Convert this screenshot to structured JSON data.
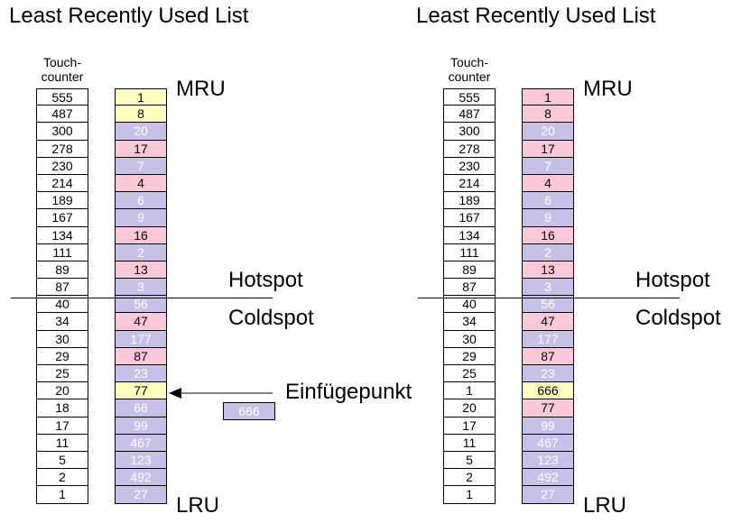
{
  "left": {
    "title": "Least Recently Used List",
    "touch_counter_label": "Touch-\ncounter",
    "touch_counters": [
      "555",
      "487",
      "300",
      "278",
      "230",
      "214",
      "189",
      "167",
      "134",
      "111",
      "89",
      "87",
      "40",
      "34",
      "30",
      "29",
      "25",
      "20",
      "18",
      "17",
      "11",
      "5",
      "2",
      "1"
    ],
    "values": [
      {
        "v": "1",
        "c": "yellow"
      },
      {
        "v": "8",
        "c": "yellow"
      },
      {
        "v": "20",
        "c": "lavender"
      },
      {
        "v": "17",
        "c": "pink"
      },
      {
        "v": "7",
        "c": "lavender"
      },
      {
        "v": "4",
        "c": "pink"
      },
      {
        "v": "6",
        "c": "lavender"
      },
      {
        "v": "9",
        "c": "lavender"
      },
      {
        "v": "16",
        "c": "pink"
      },
      {
        "v": "2",
        "c": "lavender"
      },
      {
        "v": "13",
        "c": "pink"
      },
      {
        "v": "3",
        "c": "lavender"
      },
      {
        "v": "56",
        "c": "lavender"
      },
      {
        "v": "47",
        "c": "pink"
      },
      {
        "v": "177",
        "c": "lavender"
      },
      {
        "v": "87",
        "c": "pink"
      },
      {
        "v": "23",
        "c": "lavender"
      },
      {
        "v": "77",
        "c": "yellow"
      },
      {
        "v": "66",
        "c": "lavender"
      },
      {
        "v": "99",
        "c": "lavender"
      },
      {
        "v": "467",
        "c": "lavender"
      },
      {
        "v": "123",
        "c": "lavender"
      },
      {
        "v": "492",
        "c": "lavender"
      },
      {
        "v": "27",
        "c": "lavender"
      }
    ],
    "mru_label": "MRU",
    "lru_label": "LRU",
    "hotspot_label": "Hotspot",
    "coldspot_label": "Coldspot",
    "insert_label": "Einfügepunkt",
    "new_entry": "666"
  },
  "right": {
    "title": "Least Recently Used List",
    "touch_counter_label": "Touch-\ncounter",
    "touch_counters": [
      "555",
      "487",
      "300",
      "278",
      "230",
      "214",
      "189",
      "167",
      "134",
      "111",
      "89",
      "87",
      "40",
      "34",
      "30",
      "29",
      "25",
      "1",
      "20",
      "17",
      "11",
      "5",
      "2",
      "1"
    ],
    "values": [
      {
        "v": "1",
        "c": "pink"
      },
      {
        "v": "8",
        "c": "pink"
      },
      {
        "v": "20",
        "c": "lavender"
      },
      {
        "v": "17",
        "c": "pink"
      },
      {
        "v": "7",
        "c": "lavender"
      },
      {
        "v": "4",
        "c": "pink"
      },
      {
        "v": "6",
        "c": "lavender"
      },
      {
        "v": "9",
        "c": "lavender"
      },
      {
        "v": "16",
        "c": "pink"
      },
      {
        "v": "2",
        "c": "lavender"
      },
      {
        "v": "13",
        "c": "pink"
      },
      {
        "v": "3",
        "c": "lavender"
      },
      {
        "v": "56",
        "c": "lavender"
      },
      {
        "v": "47",
        "c": "pink"
      },
      {
        "v": "177",
        "c": "lavender"
      },
      {
        "v": "87",
        "c": "pink"
      },
      {
        "v": "23",
        "c": "lavender"
      },
      {
        "v": "666",
        "c": "yellow"
      },
      {
        "v": "77",
        "c": "pink"
      },
      {
        "v": "99",
        "c": "lavender"
      },
      {
        "v": "467",
        "c": "lavender"
      },
      {
        "v": "123",
        "c": "lavender"
      },
      {
        "v": "492",
        "c": "lavender"
      },
      {
        "v": "27",
        "c": "lavender"
      }
    ],
    "mru_label": "MRU",
    "lru_label": "LRU",
    "hotspot_label": "Hotspot",
    "coldspot_label": "Coldspot"
  },
  "colors": {
    "yellow": "#ffffc0",
    "pink": "#ffc8d8",
    "lavender": "#c8c0e8"
  }
}
